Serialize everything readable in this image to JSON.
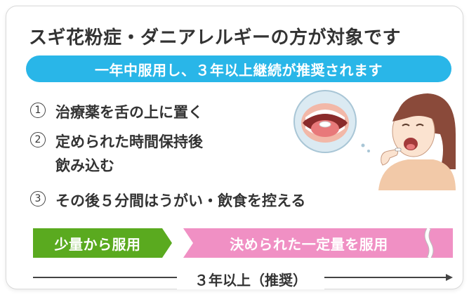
{
  "title": "スギ花粉症・ダニアレルギーの方が対象です",
  "banner": "一年中服用し、３年以上継続が推奨されます",
  "steps": [
    {
      "num": "1",
      "lines": [
        "治療薬を舌の上に置く"
      ]
    },
    {
      "num": "2",
      "lines": [
        "定められた時間保持後",
        "飲み込む"
      ]
    },
    {
      "num": "3",
      "lines": [
        "その後５分間はうがい・飲食を控える"
      ]
    }
  ],
  "phases": {
    "first": "少量から服用",
    "second": "決められた一定量を服用"
  },
  "duration": "３年以上（推奨）",
  "colors": {
    "banner": "#29b6e8",
    "green": "#5aaa1f",
    "pink": "#f090c4",
    "text": "#333333"
  }
}
